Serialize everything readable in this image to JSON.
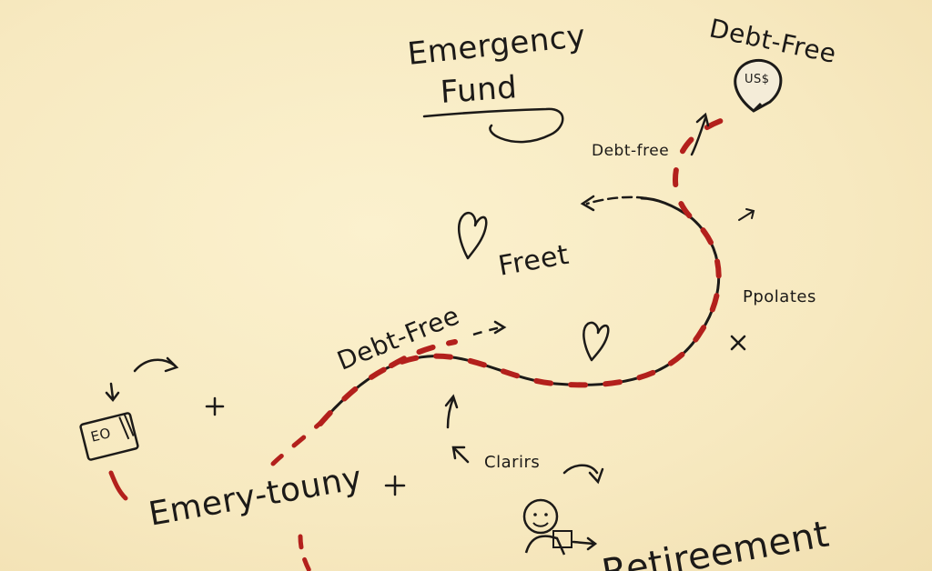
{
  "labels": {
    "emergency_line1": "Emergency",
    "emergency_line2": "Fund",
    "debt_free_top": "Debt-Free",
    "debt_free_small": "Debt-free",
    "debt_free_middle": "Debt-Free",
    "freet": "Freet",
    "ppolates": "Ppolates",
    "emery_touny": "Emery-touny",
    "clarirs": "Clarirs",
    "retirement": "Retireement",
    "pin_text": "US$",
    "card_text": "EO"
  },
  "colors": {
    "background": "#f8ecc4",
    "ink": "#1c1a18",
    "path_red": "#b3201c"
  },
  "icons": [
    "map-pin-icon",
    "heart-icon",
    "card-icon",
    "person-icon",
    "arrow-icon",
    "plus-icon",
    "cross-icon"
  ]
}
